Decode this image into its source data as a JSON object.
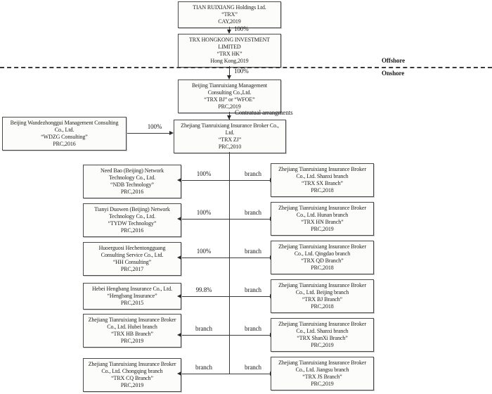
{
  "zones": {
    "offshore": "Offshore",
    "onshore": "Onshore"
  },
  "edges": {
    "trx_to_hk": "100%",
    "hk_to_wfoe": "100%",
    "wfoe_to_zj": "Contratual  arrangments",
    "wdzg_to_zj": "100%"
  },
  "nodes": {
    "trx": {
      "lines": [
        "TIAN RUIXIANG Holdings Ltd.",
        "“TRX”",
        "CAY,2019"
      ]
    },
    "trx_hk": {
      "lines": [
        "TRX HONGKONG INVESTMENT",
        "LIMITED",
        "“TRX HK”",
        "Hong Kong,2019"
      ]
    },
    "trx_bj": {
      "lines": [
        "Beijing Tianruixiang Management",
        "Consulting  Co.,Ltd.",
        "“TRX BJ” or “WFOE”",
        "PRC,2019"
      ]
    },
    "wdzg": {
      "lines": [
        "Beijing Wandezhonggui Management Consulting",
        "Co., Ltd.",
        "“WDZG Consulting”",
        "PRC,2016"
      ]
    },
    "trx_zj": {
      "lines": [
        "Zhejiang Tianruixiang Insurance Broker Co.,",
        "Ltd.",
        "“TRX ZJ”",
        "PRC,2010"
      ]
    }
  },
  "rows": [
    {
      "left_lines": [
        "Need Bao (Beijing) Network",
        "Technology Co., Ltd.",
        "“NDB Technology”",
        "PRC,2016"
      ],
      "left_label": "100%",
      "right_label": "branch",
      "right_lines": [
        "Zhejiang Tianruixiang Insurance Broker",
        "Co., Ltd. Shanxi branch",
        "“TRX SX Branch”",
        "PRC,2018"
      ]
    },
    {
      "left_lines": [
        "Tianyi Duowen (Beijing) Network",
        "Technology Co., Ltd.",
        "“TYDW Technology”",
        "PRC,2016"
      ],
      "left_label": "100%",
      "right_label": "branch",
      "right_lines": [
        "Zhejiang Tianruixiang Insurance Broker",
        "Co., Ltd. Hunan branch",
        "“TRX HN Branch”",
        "PRC,2019"
      ]
    },
    {
      "left_lines": [
        "Huoerguosi Hechentongguang",
        "Consulting Service Co., Ltd.",
        "“HH Consulting”",
        "PRC,2017"
      ],
      "left_label": "100%",
      "right_label": "branch",
      "right_lines": [
        "Zhejiang Tianruixiang Insurance Broker",
        "Co., Ltd. Qingdao branch",
        "“TRX QD Branch”",
        "PRC,2018"
      ]
    },
    {
      "left_lines": [
        "Hebei Hengbang Insurance Co., Ltd.",
        "“Hengbang Insurance”",
        "PRC,2015"
      ],
      "left_label": "99.8%",
      "right_label": "branch",
      "right_lines": [
        "Zhejiang Tianruixiang Insurance Broker",
        "Co., Ltd. Beijing branch",
        "“TRX BJ Branch”",
        "PRC,2018"
      ]
    },
    {
      "left_lines": [
        "Zhejiang Tianruixiang Insurance Broker",
        "Co., Ltd. Hubei branch",
        "“TRX HB Branch”",
        "PRC,2019"
      ],
      "left_label": "branch",
      "right_label": "branch",
      "right_lines": [
        "Zhejiang Tianruixiang Insurance Broker",
        "Co., Ltd. Shanxi branch",
        "“TRX ShanXi Branch”",
        "PRC,2019"
      ]
    },
    {
      "left_lines": [
        "Zhejiang Tianruixiang Insurance Broker",
        "Co., Ltd. Chongqing branch",
        "“TRX CQ Branch”",
        "PRC,2019"
      ],
      "left_label": "branch",
      "right_label": "branch",
      "right_lines": [
        "Zhejiang Tianruixiang Insurance Broker",
        "Co., Ltd. Jiangsu branch",
        "“TRX JS Branch”",
        "PRC,2019"
      ]
    }
  ]
}
